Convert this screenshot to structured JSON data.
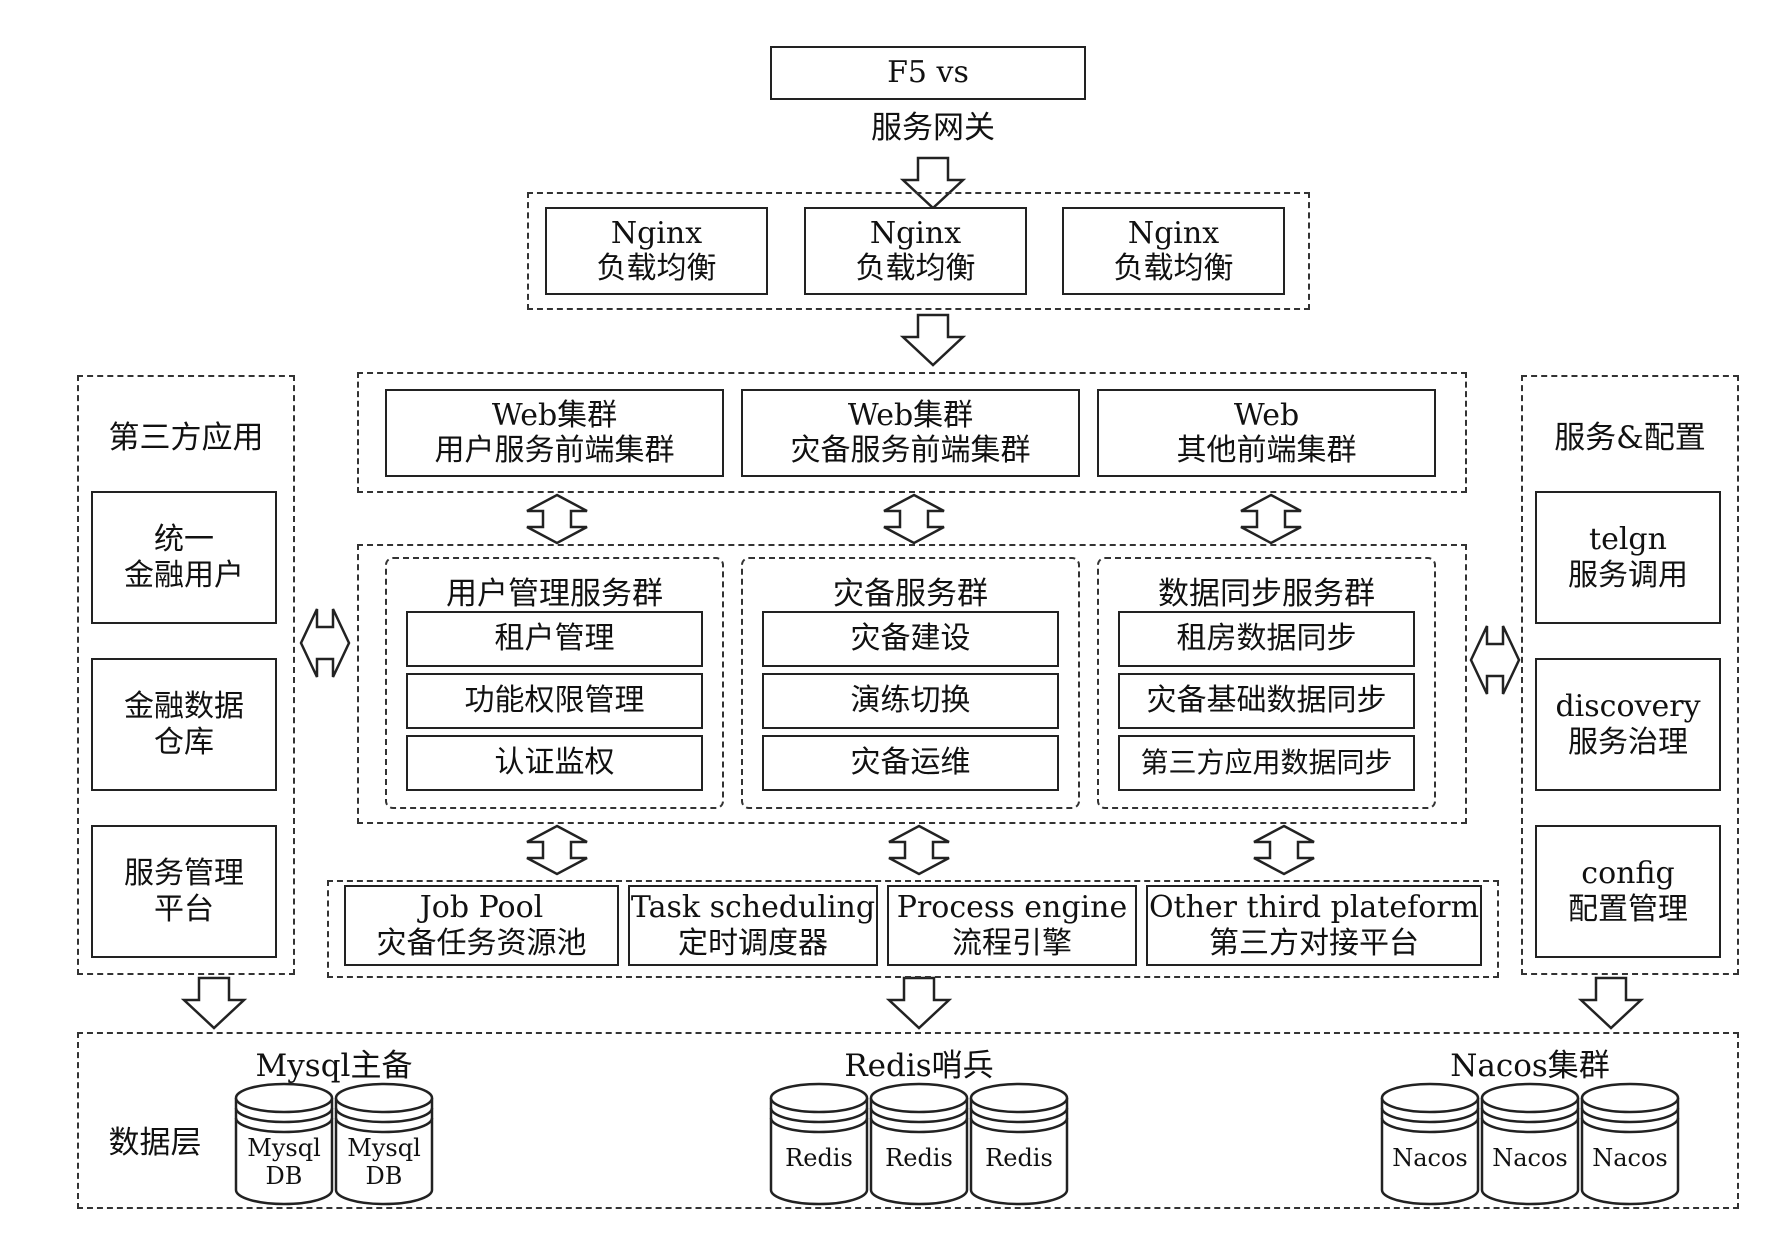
{
  "gateway": {
    "box": "F5 vs",
    "label": "服务网关"
  },
  "nginx": [
    {
      "line1": "Nginx",
      "line2": "负载均衡"
    },
    {
      "line1": "Nginx",
      "line2": "负载均衡"
    },
    {
      "line1": "Nginx",
      "line2": "负载均衡"
    }
  ],
  "web_clusters": [
    {
      "line1": "Web集群",
      "line2": "用户服务前端集群"
    },
    {
      "line1": "Web集群",
      "line2": "灾备服务前端集群"
    },
    {
      "line1": "Web",
      "line2": "其他前端集群"
    }
  ],
  "service_groups": [
    {
      "title": "用户管理服务群",
      "items": [
        "租户管理",
        "功能权限管理",
        "认证监权"
      ]
    },
    {
      "title": "灾备服务群",
      "items": [
        "灾备建设",
        "演练切换",
        "灾备运维"
      ]
    },
    {
      "title": "数据同步服务群",
      "items": [
        "租房数据同步",
        "灾备基础数据同步",
        "第三方应用数据同步"
      ]
    }
  ],
  "platform": [
    {
      "line1": "Job Pool",
      "line2": "灾备任务资源池"
    },
    {
      "line1": "Task scheduling",
      "line2": "定时调度器"
    },
    {
      "line1": "Process engine",
      "line2": "流程引擎"
    },
    {
      "line1": "Other third plateform",
      "line2": "第三方对接平台"
    }
  ],
  "third_party": {
    "title": "第三方应用",
    "items": [
      {
        "line1": "统一",
        "line2": "金融用户"
      },
      {
        "line1": "金融数据",
        "line2": "仓库"
      },
      {
        "line1": "服务管理",
        "line2": "平台"
      }
    ]
  },
  "service_config": {
    "title": "服务&配置",
    "items": [
      {
        "line1": "telgn",
        "line2": "服务调用"
      },
      {
        "line1": "discovery",
        "line2": "服务治理"
      },
      {
        "line1": "config",
        "line2": "配置管理"
      }
    ]
  },
  "data_layer": {
    "label": "数据层",
    "groups": [
      {
        "title": "Mysql主备",
        "dbs": [
          {
            "line1": "Mysql",
            "line2": "DB"
          },
          {
            "line1": "Mysql",
            "line2": "DB"
          }
        ]
      },
      {
        "title": "Redis哨兵",
        "dbs": [
          {
            "line1": "Redis",
            "line2": ""
          },
          {
            "line1": "Redis",
            "line2": ""
          },
          {
            "line1": "Redis",
            "line2": ""
          }
        ]
      },
      {
        "title": "Nacos集群",
        "dbs": [
          {
            "line1": "Nacos",
            "line2": ""
          },
          {
            "line1": "Nacos",
            "line2": ""
          },
          {
            "line1": "Nacos",
            "line2": ""
          }
        ]
      }
    ]
  }
}
